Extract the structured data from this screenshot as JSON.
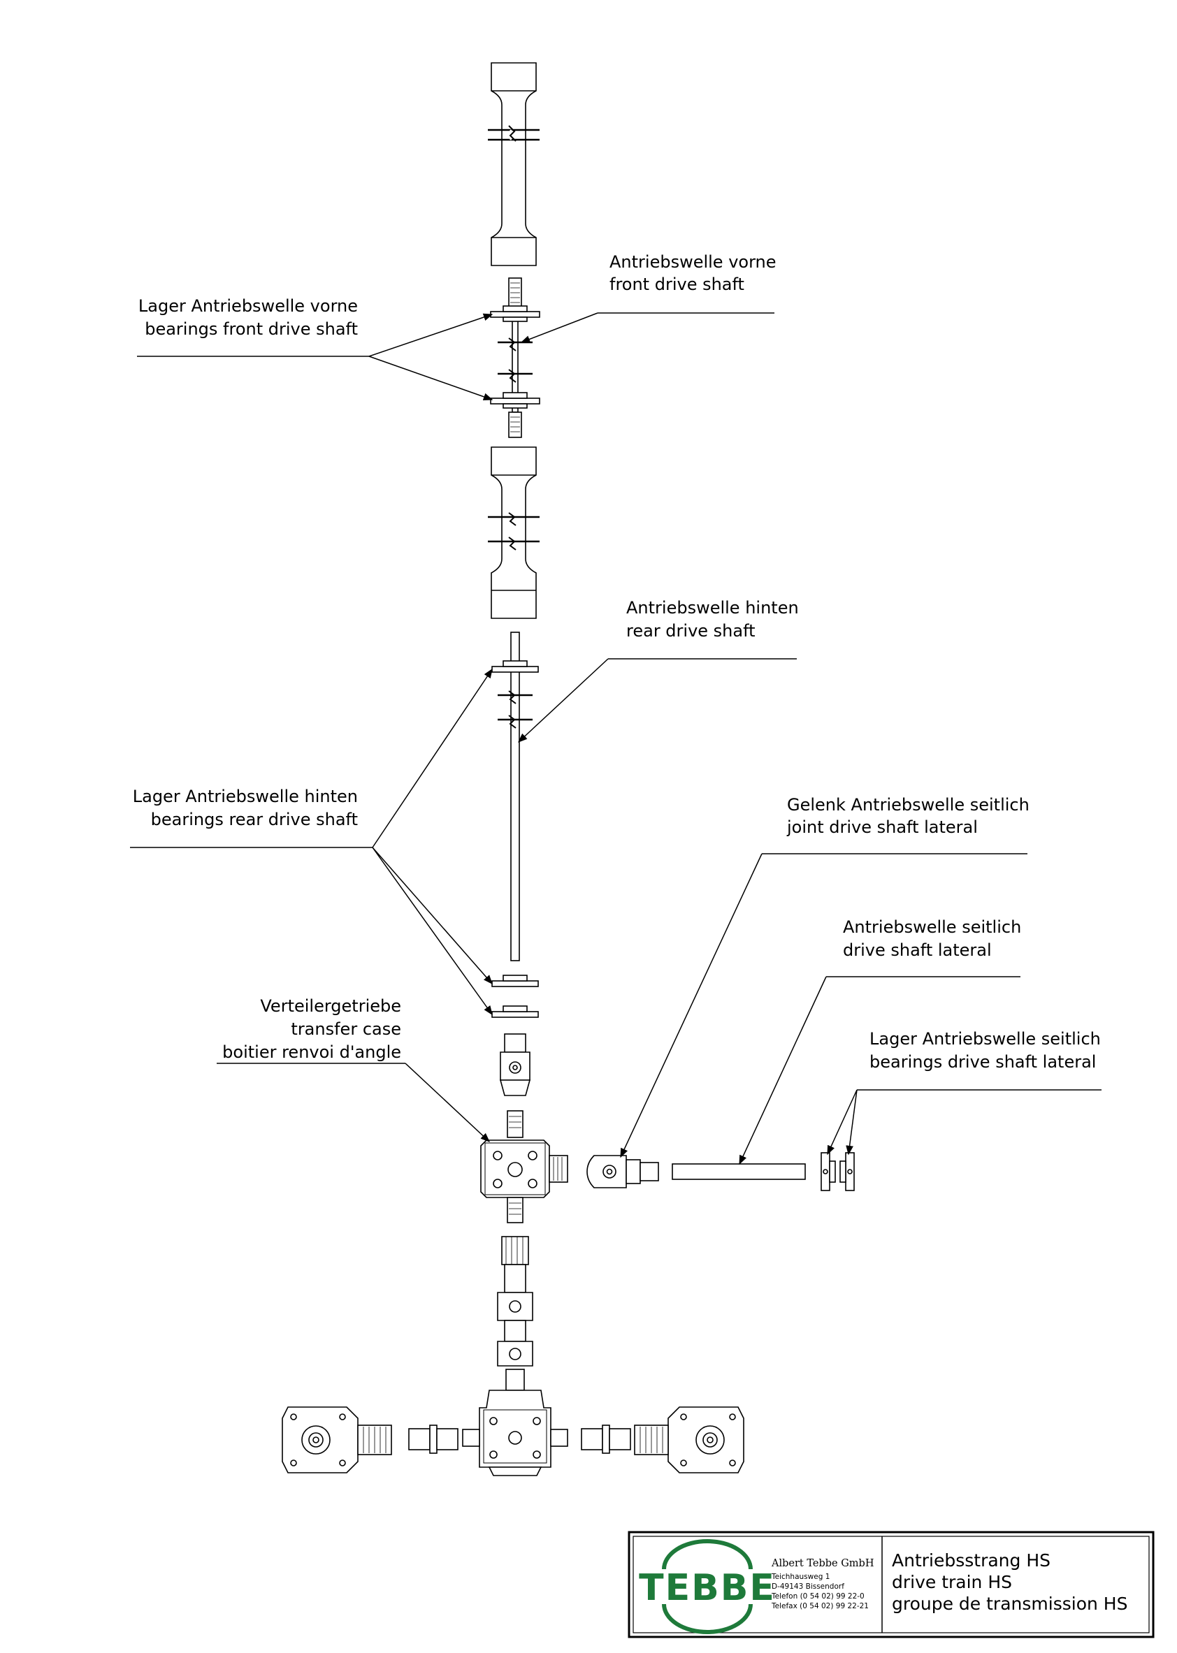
{
  "callouts": {
    "front_shaft": [
      "Antriebswelle vorne",
      "front drive shaft"
    ],
    "front_bearings": [
      "Lager Antriebswelle vorne",
      "bearings front drive shaft"
    ],
    "rear_shaft": [
      "Antriebswelle hinten",
      "rear drive shaft"
    ],
    "rear_bearings": [
      "Lager Antriebswelle hinten",
      "bearings rear drive shaft"
    ],
    "lateral_joint": [
      "Gelenk Antriebswelle seitlich",
      "joint drive shaft lateral"
    ],
    "lateral_shaft": [
      "Antriebswelle seitlich",
      "drive shaft lateral"
    ],
    "transfer_case": [
      "Verteilergetriebe",
      "transfer case",
      "boitier renvoi d'angle"
    ],
    "lateral_bearings": [
      "Lager Antriebswelle seitlich",
      "bearings drive shaft lateral"
    ]
  },
  "title_block": {
    "logo_text": "TEBBE",
    "company_name": "Albert Tebbe GmbH",
    "address": [
      "Teichhausweg 1",
      "D-49143 Bissendorf",
      "Telefon (0 54 02) 99 22-0",
      "Telefax (0 54 02) 99 22-21"
    ],
    "title": [
      "Antriebsstrang HS",
      "drive train HS",
      "groupe de transmission HS"
    ],
    "logo_color": "#1e7a3a"
  }
}
